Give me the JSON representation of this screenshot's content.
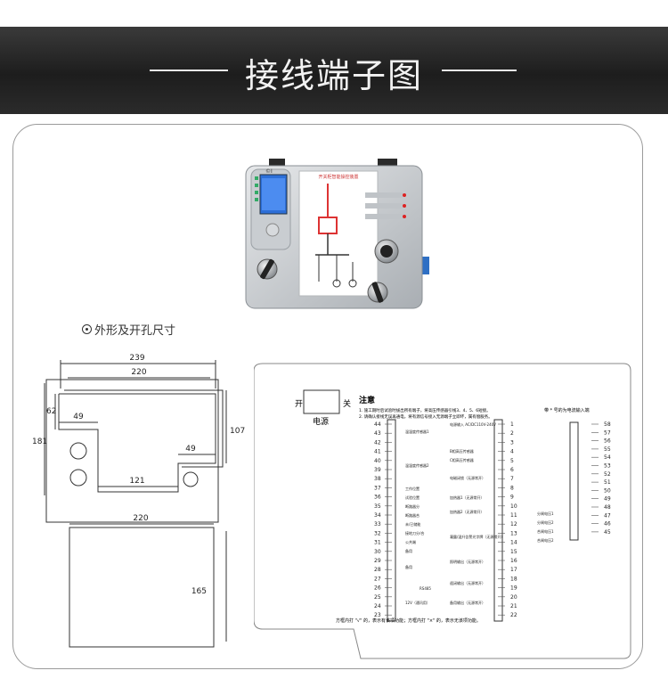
{
  "banner": {
    "title": "接线端子图"
  },
  "device": {
    "label_brand": "©I",
    "panel_title": "开关柜智能操控装置"
  },
  "dims": {
    "caption": "外形及开孔尺寸",
    "w239": "239",
    "w220": "220",
    "h62": "62",
    "h181": "181",
    "w49a": "49",
    "h107": "107",
    "w49b": "49",
    "w121": "121",
    "w220b": "220",
    "h165": "165"
  },
  "wiring": {
    "open": "开",
    "close": "关",
    "power": "电源",
    "note_title": "注意",
    "note1": "1. 施工期时后试验时拔出所有端子，将高压传感器引线3、4、5、6短接。",
    "note2": "2. 请确认接线无误再通电，将有源信号接入无源端子立即坏，属有偿服务。",
    "right_note": "带 * 号的为电流输入端",
    "footer": "方框内打 \"√\" 的，表示有该项功能；方框内打 \"×\" 的，表示无该项功能。",
    "left_nums": [
      "44",
      "43",
      "42",
      "41",
      "40",
      "39",
      "38",
      "37",
      "36",
      "35",
      "34",
      "33",
      "32",
      "31",
      "30",
      "29",
      "28",
      "27",
      "26",
      "25",
      "24",
      "23"
    ],
    "right_nums": [
      "1",
      "2",
      "3",
      "4",
      "5",
      "6",
      "7",
      "8",
      "9",
      "10",
      "11",
      "12",
      "13",
      "14",
      "15",
      "16",
      "17",
      "18",
      "19",
      "20",
      "21",
      "22"
    ],
    "far_nums": [
      "58",
      "57",
      "56",
      "55",
      "54",
      "53",
      "52",
      "51",
      "50",
      "49",
      "48",
      "47",
      "46",
      "45"
    ],
    "labels_left": [
      "温湿度传感器1",
      "温湿度传感器2",
      "工作位置",
      "试验位置",
      "断路器分",
      "断路器合",
      "未/已储能",
      "接地刀分/合",
      "公共端",
      "备用",
      "备用",
      "RS485",
      "12V（通讯用）"
    ],
    "labels_mid": [
      "电源输入 AC/DC110V-240V",
      "B相高压传感器",
      "C相高压传感器",
      "电磁闭锁（无源常开）",
      "加热器1（无源常开）",
      "加热器2（无源常开）",
      "凝露/温升告警光字牌（无源常开）",
      "照明输出（无源常开）",
      "遥闭输出（无源常开）",
      "备用输出（无源常开）"
    ],
    "labels_right": [
      "分闸电压1",
      "分闸电压2",
      "合闸电压1",
      "合闸电压2"
    ]
  }
}
